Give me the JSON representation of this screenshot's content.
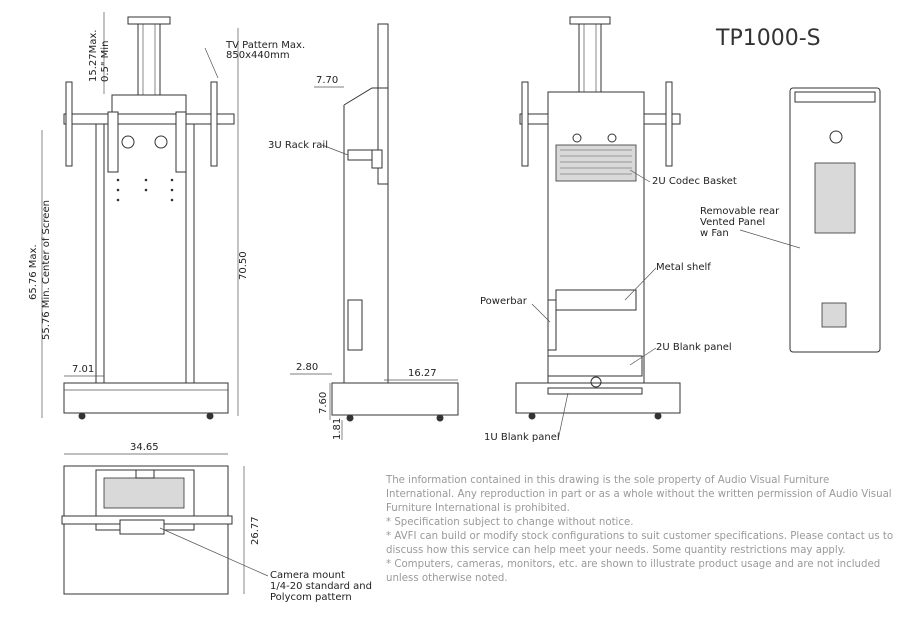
{
  "title": "TP1000-S",
  "front_view": {
    "label_tv_pattern_1": "TV Pattern Max.",
    "label_tv_pattern_2": "850x440mm",
    "dim_top_max": "15.27Max.",
    "dim_top_min": "0.5\" Min",
    "dim_height_1": "65.76 Max.",
    "dim_height_2": "55.76 Min. Center of Screen",
    "dim_70": "70.50",
    "dim_701": "7.01"
  },
  "side_view": {
    "dim_770": "7.70",
    "label_rack_rail": "3U Rack rail",
    "dim_280": "2.80",
    "dim_1627": "16.27",
    "dim_760": "7.60",
    "dim_181": "1.81"
  },
  "rear_view": {
    "label_codec": "2U Codec Basket",
    "label_metal_shelf": "Metal shelf",
    "label_powerbar": "Powerbar",
    "label_2u_blank": "2U Blank panel",
    "label_1u_blank": "1U Blank panel"
  },
  "back_panel": {
    "label_1": "Removable rear",
    "label_2": "Vented Panel",
    "label_3": "w Fan"
  },
  "top_view": {
    "dim_width": "34.65",
    "dim_depth": "26.77",
    "label_cam_1": "Camera mount",
    "label_cam_2": "1/4-20 standard and",
    "label_cam_3": "Polycom pattern"
  },
  "notes": [
    "The information contained in this drawing is the sole property of Audio Visual Furniture International. Any reproduction in part or as a whole without the written permission of Audio Visual Furniture International is prohibited.",
    "* Specification subject to change without notice.",
    "* AVFI can build or modify stock configurations to suit customer specifications. Please contact us to discuss how this service can help meet your needs. Some quantity restrictions may apply.",
    "* Computers, cameras, monitors, etc. are shown to illustrate product usage and are not included unless otherwise noted."
  ]
}
